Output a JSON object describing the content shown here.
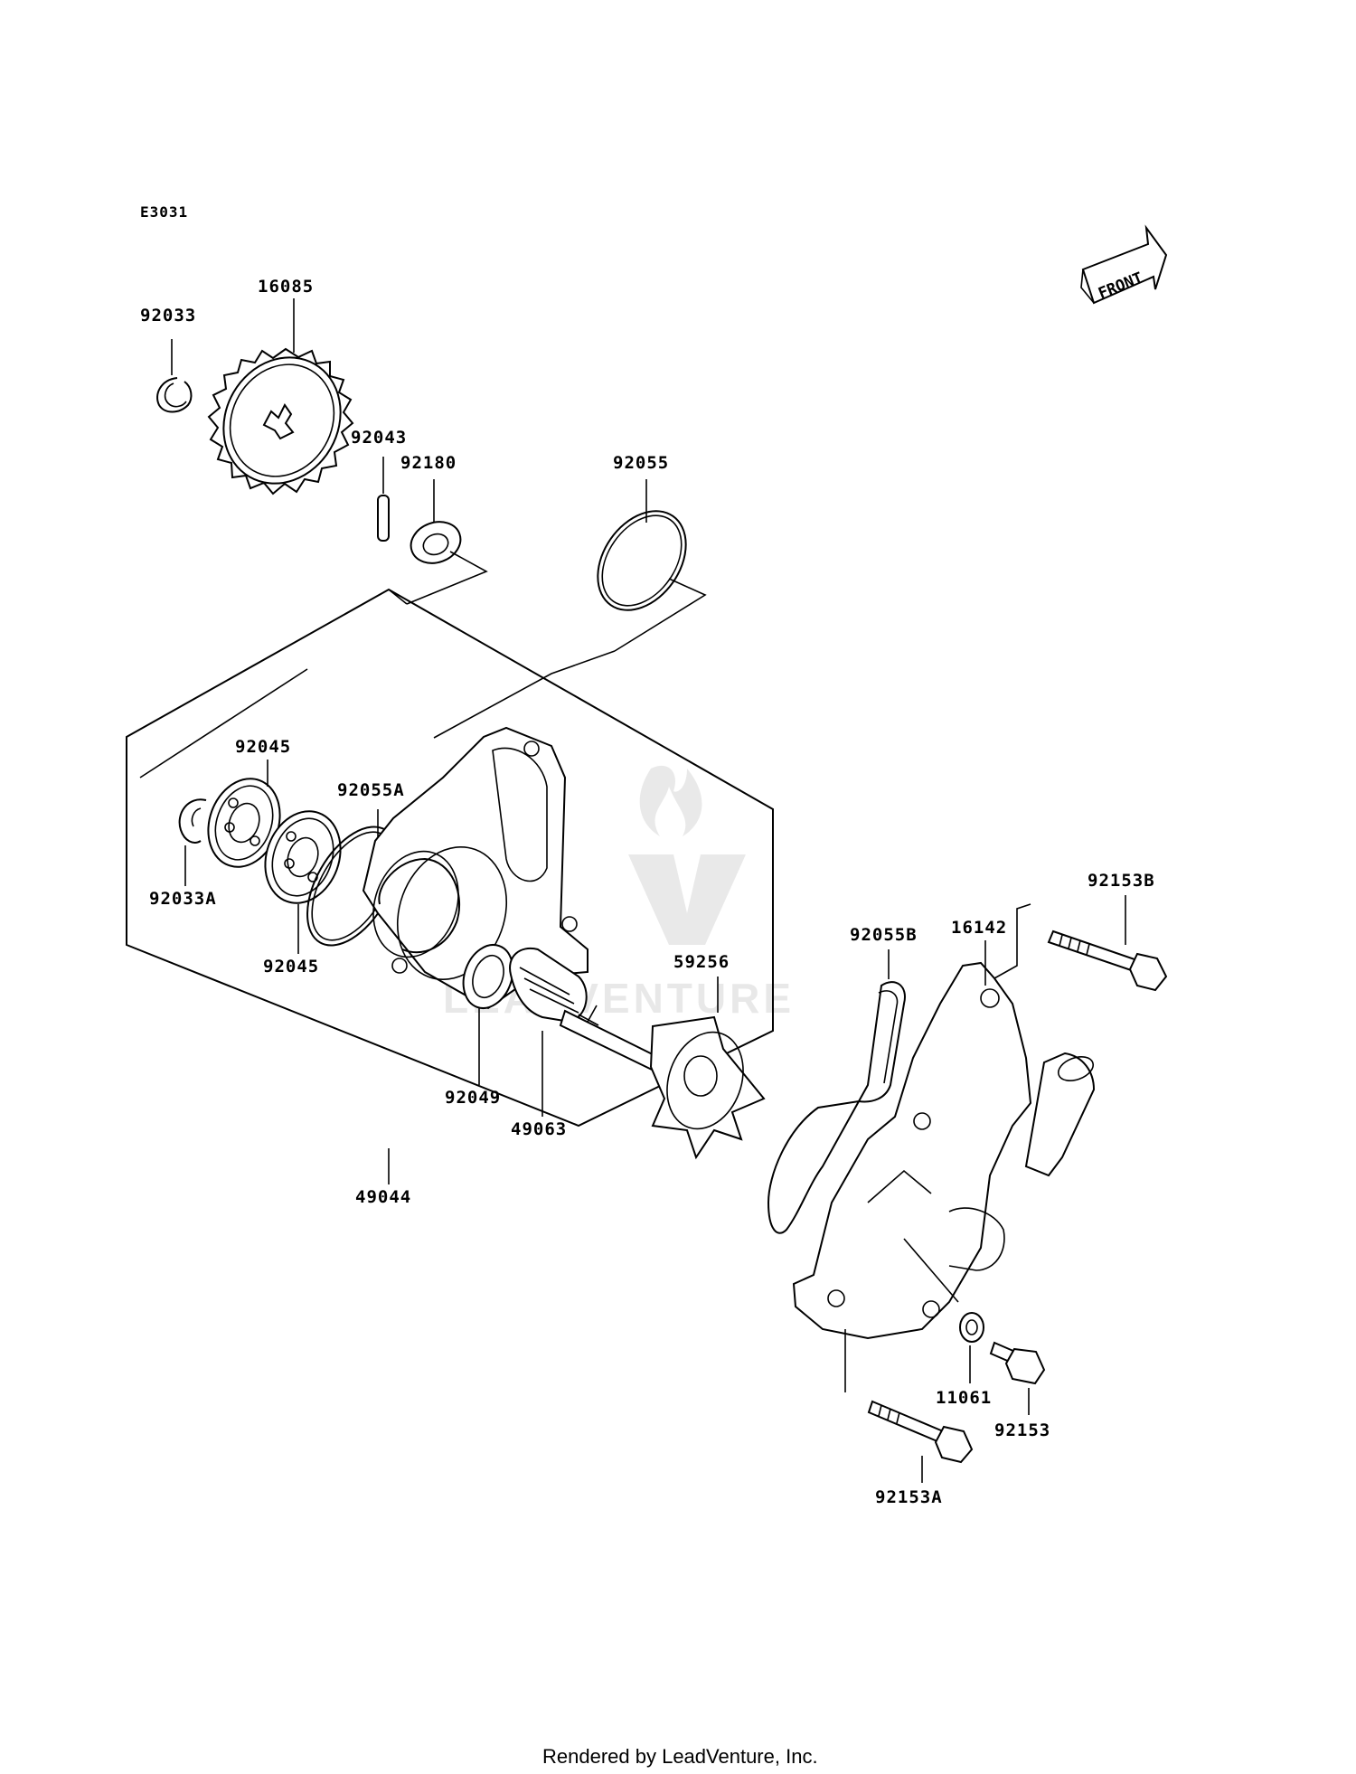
{
  "diagram": {
    "code": "E3031",
    "front_label": "FRONT",
    "footer": "Rendered by LeadVenture, Inc.",
    "watermark": "LEADVENTURE",
    "parts": {
      "p92033": "92033",
      "p16085": "16085",
      "p92043": "92043",
      "p92180": "92180",
      "p92055": "92055",
      "p92045a": "92045",
      "p92055A": "92055A",
      "p92033A": "92033A",
      "p92045b": "92045",
      "p59256": "59256",
      "p92049": "92049",
      "p49063": "49063",
      "p49044": "49044",
      "p92055B": "92055B",
      "p16142": "16142",
      "p92153B": "92153B",
      "p11061": "11061",
      "p92153": "92153",
      "p92153A": "92153A"
    }
  }
}
